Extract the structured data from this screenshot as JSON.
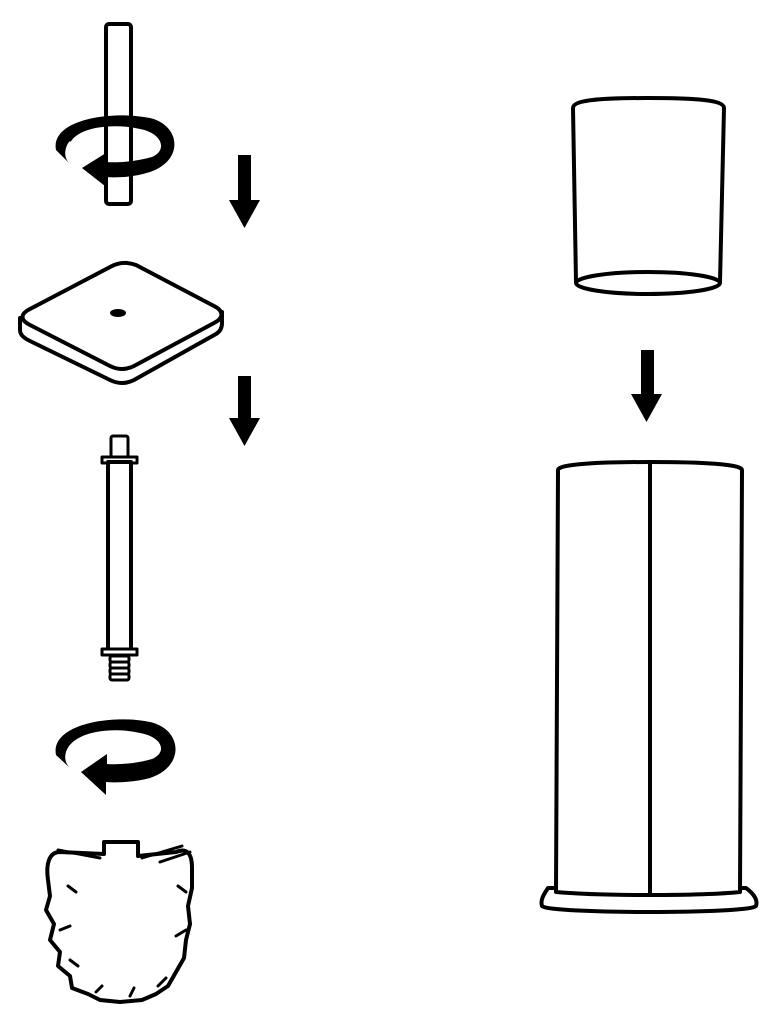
{
  "diagram": {
    "kind": "assembly-instructions",
    "text_labels": [],
    "colors": {
      "line": "#000000",
      "background": "#ffffff"
    },
    "steps": [
      {
        "part": "handle-top",
        "icon": "rotate-counterclockwise-icon"
      },
      {
        "part": "base-plate",
        "icon": "down-arrow-icon"
      },
      {
        "part": "threaded-shaft",
        "icon": "down-arrow-icon"
      },
      {
        "part": "brush-head",
        "icon": "rotate-counterclockwise-icon"
      },
      {
        "part": "holder-cup",
        "icon": "down-arrow-icon"
      },
      {
        "part": "holder-body"
      }
    ]
  }
}
